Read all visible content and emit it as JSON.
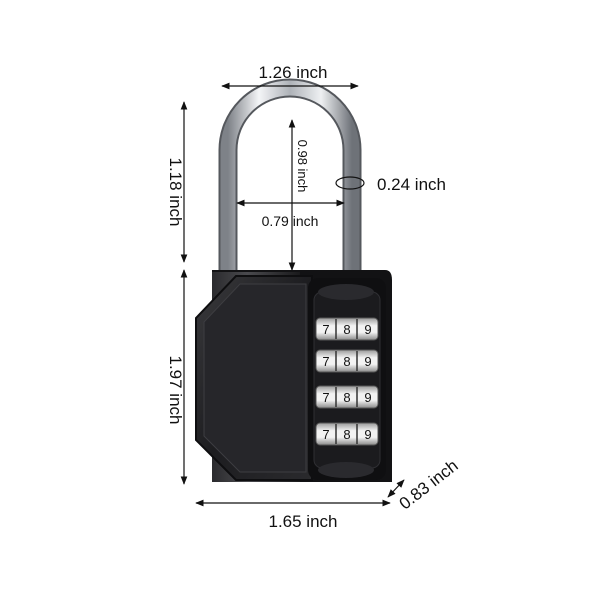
{
  "product": "combination padlock",
  "dimensions": {
    "shackle_outer_width": "1.26 inch",
    "shackle_height": "1.18 inch",
    "shackle_inner_height": "0.98 inch",
    "shackle_inner_width": "0.79 inch",
    "shackle_diameter": "0.24 inch",
    "body_height": "1.97 inch",
    "body_width": "1.65 inch",
    "body_depth": "0.83 inch"
  },
  "dials": [
    {
      "digits": [
        "7",
        "8",
        "9"
      ]
    },
    {
      "digits": [
        "7",
        "8",
        "9"
      ]
    },
    {
      "digits": [
        "7",
        "8",
        "9"
      ]
    },
    {
      "digits": [
        "7",
        "8",
        "9"
      ]
    }
  ],
  "colors": {
    "body": "#1c1c1e",
    "shackle": "#c9ccd1",
    "dimension_line": "#111111",
    "dial_face": "#e9e9e9"
  }
}
